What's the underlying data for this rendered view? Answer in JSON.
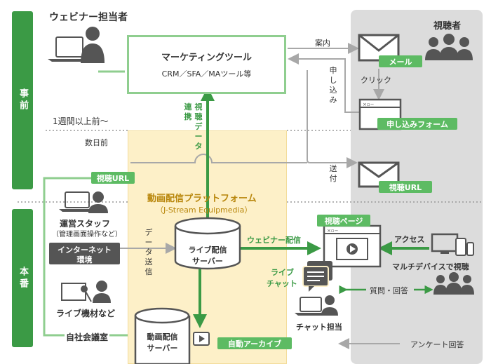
{
  "phases": {
    "before": "事前",
    "live": "本番"
  },
  "actors": {
    "host": "ウェビナー担当者",
    "viewers": "視聴者"
  },
  "marketing": {
    "title": "マーケティングツール",
    "subtitle": "CRM／SFA／MAツール等"
  },
  "timing": {
    "week_before": "1週間以上前〜",
    "days_before": "数日前"
  },
  "platform": {
    "title": "動画配信プラットフォーム",
    "subtitle": "（J-Stream Equipmedia）"
  },
  "tags": {
    "mail": "メール",
    "form": "申し込みフォーム",
    "view_url": "視聴URL",
    "view_url_left": "視聴URL",
    "view_page": "視聴ページ",
    "auto_archive": "自動アーカイブ"
  },
  "flows": {
    "guide": "案内",
    "apply": "申し込み",
    "click": "クリック",
    "send": "送付",
    "data_link": "連携",
    "viewing_data": "視聴データ",
    "data_send": "データ送信",
    "webinar_delivery": "ウェビナー配信",
    "access": "アクセス",
    "live_chat_1": "ライブ",
    "live_chat_2": "チャット",
    "qa": "質問・回答",
    "survey": "アンケート回答"
  },
  "venue": {
    "staff": "運営スタッフ",
    "staff_note": "（管理画面操作など）",
    "internet_1": "インターネット",
    "internet_2": "環境",
    "equipment": "ライブ機材など",
    "room": "自社会議室"
  },
  "servers": {
    "live_1": "ライブ配信",
    "live_2": "サーバー",
    "vod_1": "動画配信",
    "vod_2": "サーバー"
  },
  "devices": {
    "multi": "マルチデバイスで視聴"
  },
  "chat": {
    "staff": "チャット担当"
  },
  "colors": {
    "green": "#3b9a45",
    "light_green": "#5dbb63",
    "platform_bg": "#fdf0c8",
    "platform_border": "#f3dc9a",
    "viewer_bg": "#dcdcdc",
    "gray": "#a8a8a8",
    "dark": "#555555"
  }
}
